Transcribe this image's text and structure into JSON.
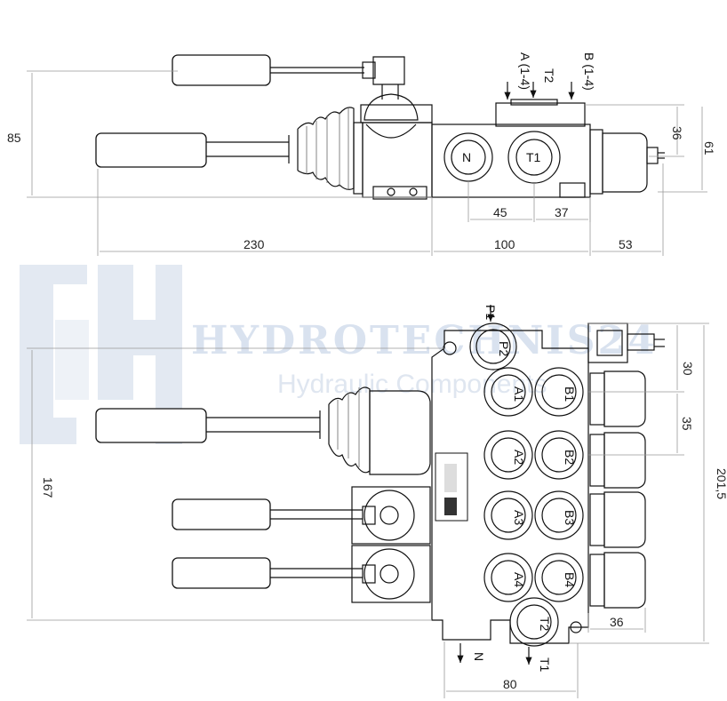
{
  "watermark": {
    "brand": "HYDROTECHNIS24",
    "tagline": "Hydraulic Components"
  },
  "top_view": {
    "port_labels": {
      "a_group": "A (1-4)",
      "t2": "T2",
      "b_group": "B (1-4)",
      "n": "N",
      "t1": "T1"
    },
    "dimensions": {
      "height_left": "85",
      "right_36": "36",
      "right_61": "61",
      "d45": "45",
      "d37": "37",
      "d230": "230",
      "d100": "100",
      "d53": "53"
    }
  },
  "bottom_view": {
    "port_labels": {
      "p1": "P1",
      "p2": "P2",
      "a1": "A1",
      "b1": "B1",
      "a2": "A2",
      "b2": "B2",
      "a3": "A3",
      "b3": "B3",
      "a4": "A4",
      "b4": "B4",
      "t2": "T2",
      "n": "N",
      "t1": "T1"
    },
    "dimensions": {
      "d30": "30",
      "d35": "35",
      "d201": "201,5",
      "d167": "167",
      "d36": "36",
      "d80": "80"
    }
  },
  "colors": {
    "watermark": "#d9e2ef",
    "lines": "#111111",
    "dimension_lines": "#999999"
  }
}
